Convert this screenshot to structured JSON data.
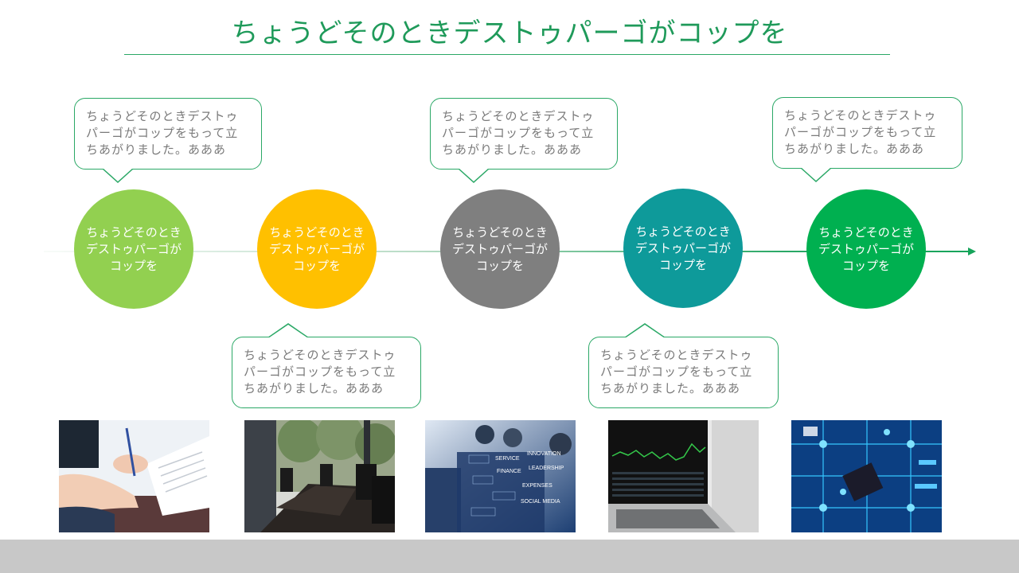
{
  "title": "ちょうどそのときデストゥパーゴがコップを",
  "nodes": [
    {
      "lines": [
        "ちょうどそのとき",
        "デストゥパーゴが",
        "コップを"
      ],
      "color": "#92d050"
    },
    {
      "lines": [
        "ちょうどそのとき",
        "デストゥパーゴが",
        "コップを"
      ],
      "color": "#ffc000"
    },
    {
      "lines": [
        "ちょうどそのとき",
        "デストゥパーゴが",
        "コップを"
      ],
      "color": "#7f7f7f"
    },
    {
      "lines": [
        "ちょうどそのとき",
        "デストゥパーゴが",
        "コップを"
      ],
      "color": "#0e9a9a"
    },
    {
      "lines": [
        "ちょうどそのとき",
        "デストゥパーゴが",
        "コップを"
      ],
      "color": "#00b050"
    }
  ],
  "callouts": [
    {
      "lines": [
        "ちょうどそのときデストゥ",
        "パーゴがコップをもって立",
        "ちあがりました。あああ"
      ]
    },
    {
      "lines": [
        "ちょうどそのときデストゥ",
        "パーゴがコップをもって立",
        "ちあがりました。あああ"
      ]
    },
    {
      "lines": [
        "ちょうどそのときデストゥ",
        "パーゴがコップをもって立",
        "ちあがりました。あああ"
      ]
    },
    {
      "lines": [
        "ちょうどそのときデストゥ",
        "パーゴがコップをもって立",
        "ちあがりました。あああ"
      ]
    },
    {
      "lines": [
        "ちょうどそのときデストゥ",
        "パーゴがコップをもって立",
        "ちあがりました。あああ"
      ]
    }
  ],
  "photo_words": [
    "SERVICE",
    "INNOVATION",
    "LEADERSHIP",
    "FINANCE",
    "EXPENSES",
    "SOCIAL MEDIA"
  ],
  "colors": {
    "accent": "#1f9a5a",
    "line": "#2aa866",
    "footer": "#c8c8c8"
  }
}
